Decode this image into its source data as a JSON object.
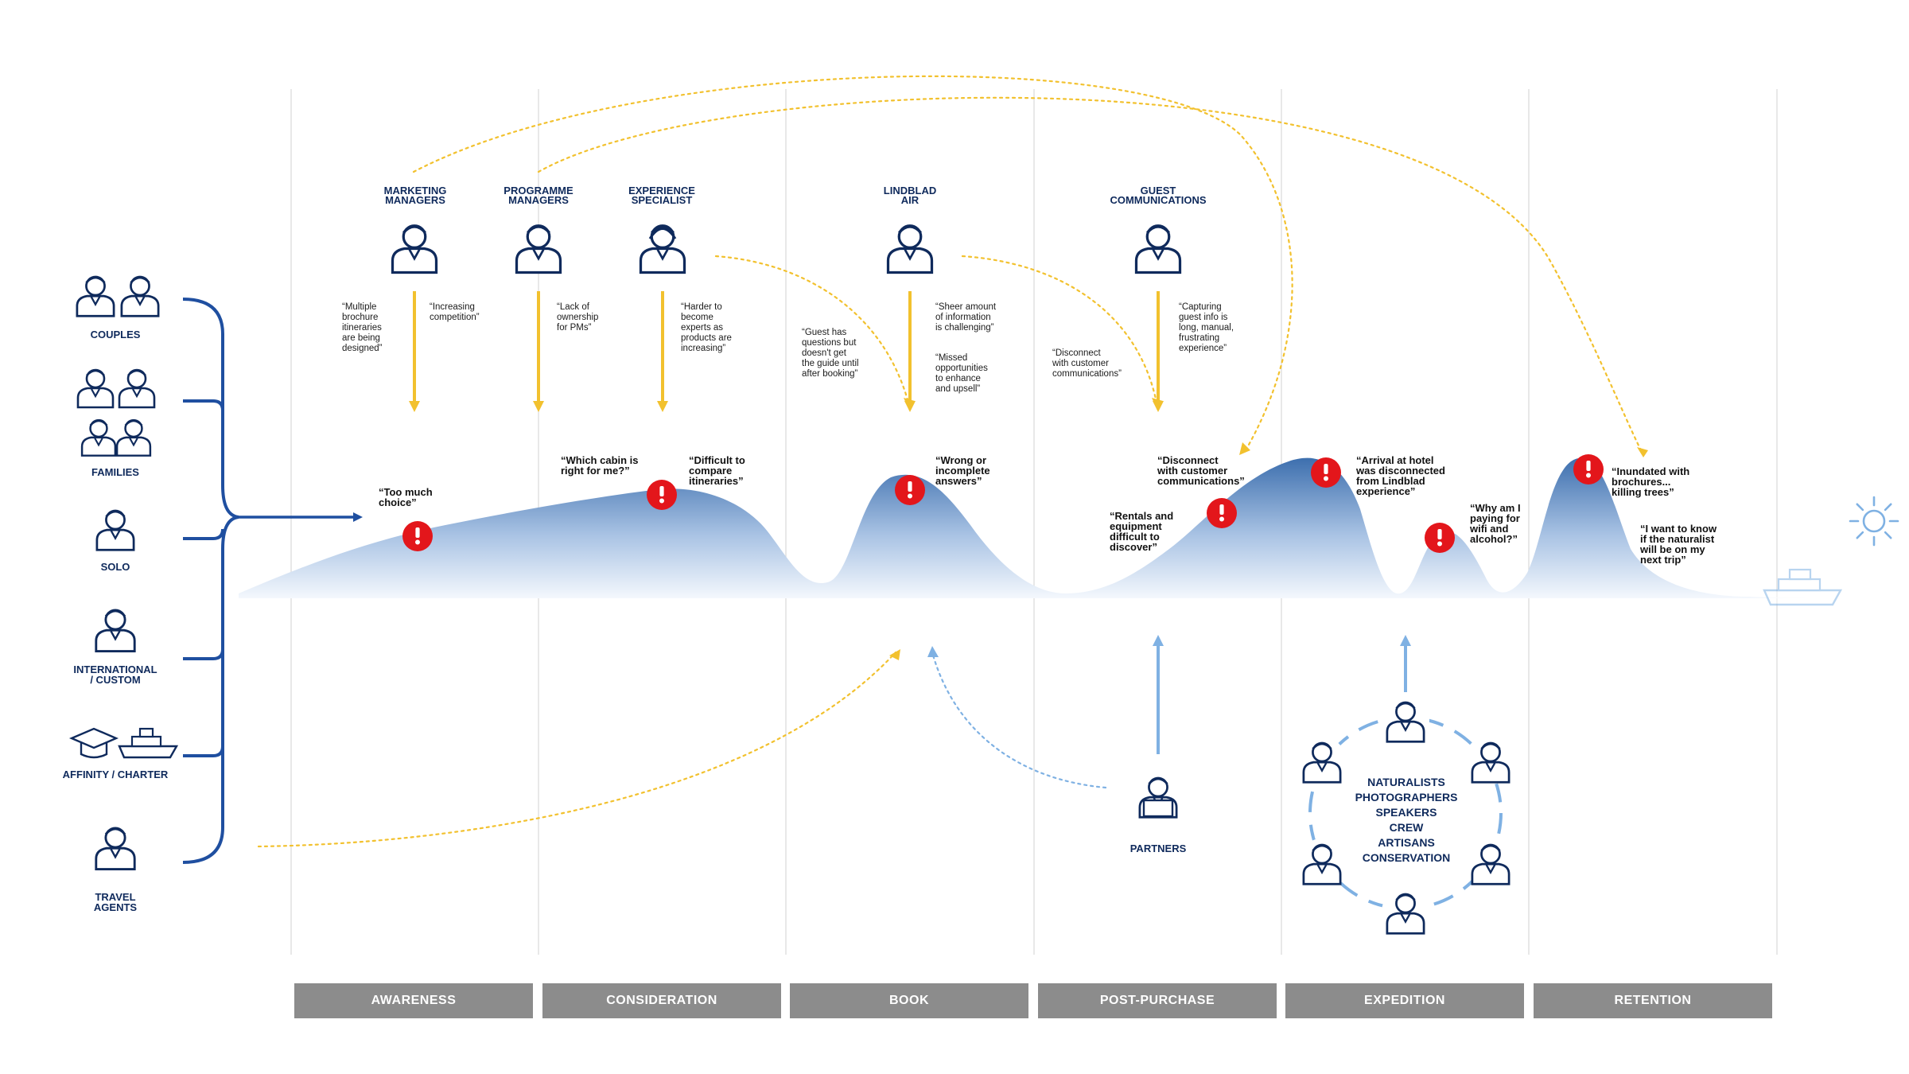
{
  "stages": [
    "AWARENESS",
    "CONSIDERATION",
    "BOOK",
    "POST-PURCHASE",
    "EXPEDITION",
    "RETENTION"
  ],
  "roles": {
    "marketing": [
      "MARKETING",
      "MANAGERS"
    ],
    "programme": [
      "PROGRAMME",
      "MANAGERS"
    ],
    "experience": [
      "EXPERIENCE",
      "SPECIALIST"
    ],
    "air": [
      "LINDBLAD",
      "AIR"
    ],
    "guest": [
      "GUEST",
      "COMMUNICATIONS"
    ]
  },
  "quotes": {
    "brochure": [
      "“Multiple",
      "brochure",
      "itineraries",
      "are being",
      "designed”"
    ],
    "competition": [
      "“Increasing",
      "competition”"
    ],
    "ownership": [
      "“Lack of",
      "ownership",
      "for PMs”"
    ],
    "experts": [
      "“Harder to",
      "become",
      "experts as",
      "products are",
      "increasing”"
    ],
    "guide": [
      "“Guest has",
      "questions but",
      "doesn't get",
      "the guide until",
      "after booking”"
    ],
    "sheer": [
      "“Sheer amount",
      "of information",
      "is challenging”"
    ],
    "missed": [
      "“Missed",
      "opportunities",
      "to enhance",
      "and upsell”"
    ],
    "disconnect_comms": [
      "“Disconnect",
      "with customer",
      "communications”"
    ],
    "capturing": [
      "“Capturing",
      "guest info is",
      "long, manual,",
      "frustrating",
      "experience”"
    ]
  },
  "pains": {
    "too_much": [
      "“Too much",
      "choice”"
    ],
    "which_cabin": [
      "“Which cabin is",
      "right for me?”"
    ],
    "difficult": [
      "“Difficult to",
      "compare",
      "itineraries”"
    ],
    "wrong": [
      "“Wrong or",
      "incomplete",
      "answers”"
    ],
    "disconnect": [
      "“Disconnect",
      "with customer",
      "communications”"
    ],
    "rentals": [
      "“Rentals and",
      "equipment",
      "difficult to",
      "discover”"
    ],
    "arrival": [
      "“Arrival at hotel",
      "was disconnected",
      "from Lindblad",
      "experience”"
    ],
    "wifi": [
      "“Why am I",
      "paying for",
      "wifi and",
      "alcohol?”"
    ],
    "inundated": [
      "“Inundated with",
      "brochures...",
      "killing trees”"
    ],
    "naturalist": [
      "“I want to know",
      "if the naturalist",
      "will be on my",
      "next trip”"
    ]
  },
  "customers": {
    "couples": [
      "COUPLES"
    ],
    "families": [
      "FAMILIES"
    ],
    "solo": [
      "SOLO"
    ],
    "international": [
      "INTERNATIONAL",
      "/ CUSTOM"
    ],
    "affinity": [
      "AFFINITY / CHARTER"
    ],
    "agents": [
      "TRAVEL",
      "AGENTS"
    ]
  },
  "partners": [
    "PARTNERS"
  ],
  "crew": [
    "NATURALISTS",
    "PHOTOGRAPHERS",
    "SPEAKERS",
    "CREW",
    "ARTISANS",
    "CONSERVATION"
  ],
  "colors": {
    "navy": "#0f2a5c",
    "brand_blue": "#1f4fa0",
    "arrow_yellow": "#f2c12e",
    "light_blue": "#7fb1e3",
    "pain_red": "#e3161b",
    "stage_grey": "#8c8c8c",
    "grid": "#d9d9d9"
  },
  "icons": {
    "pain_point": "exclamation-icon",
    "person": "person-icon",
    "ship": "ship-icon",
    "sun": "sun-icon",
    "graduation_cap": "graduation-cap-icon",
    "partner": "delivery-person-icon"
  }
}
